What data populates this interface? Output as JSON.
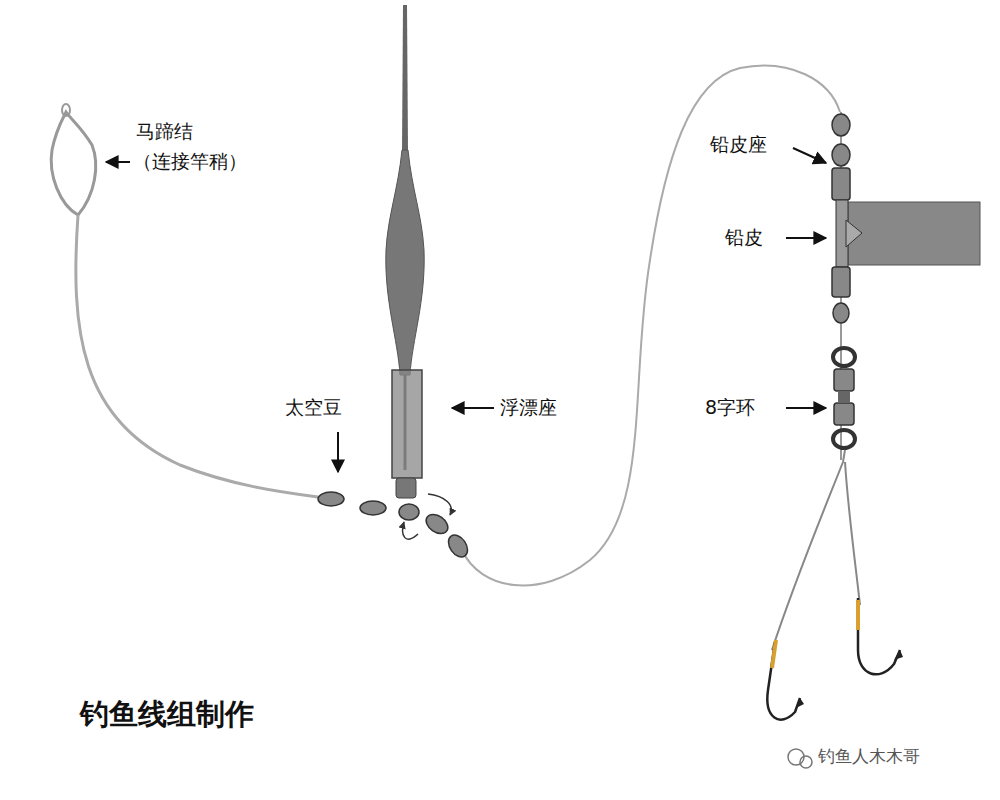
{
  "diagram": {
    "title": "钓鱼线组制作",
    "labels": [
      "马蹄结",
      "（连接竿稍）",
      "太空豆",
      "浮漂座",
      "铅皮座",
      "铅皮",
      "8字环",
      "钓鱼人木木哥"
    ]
  }
}
